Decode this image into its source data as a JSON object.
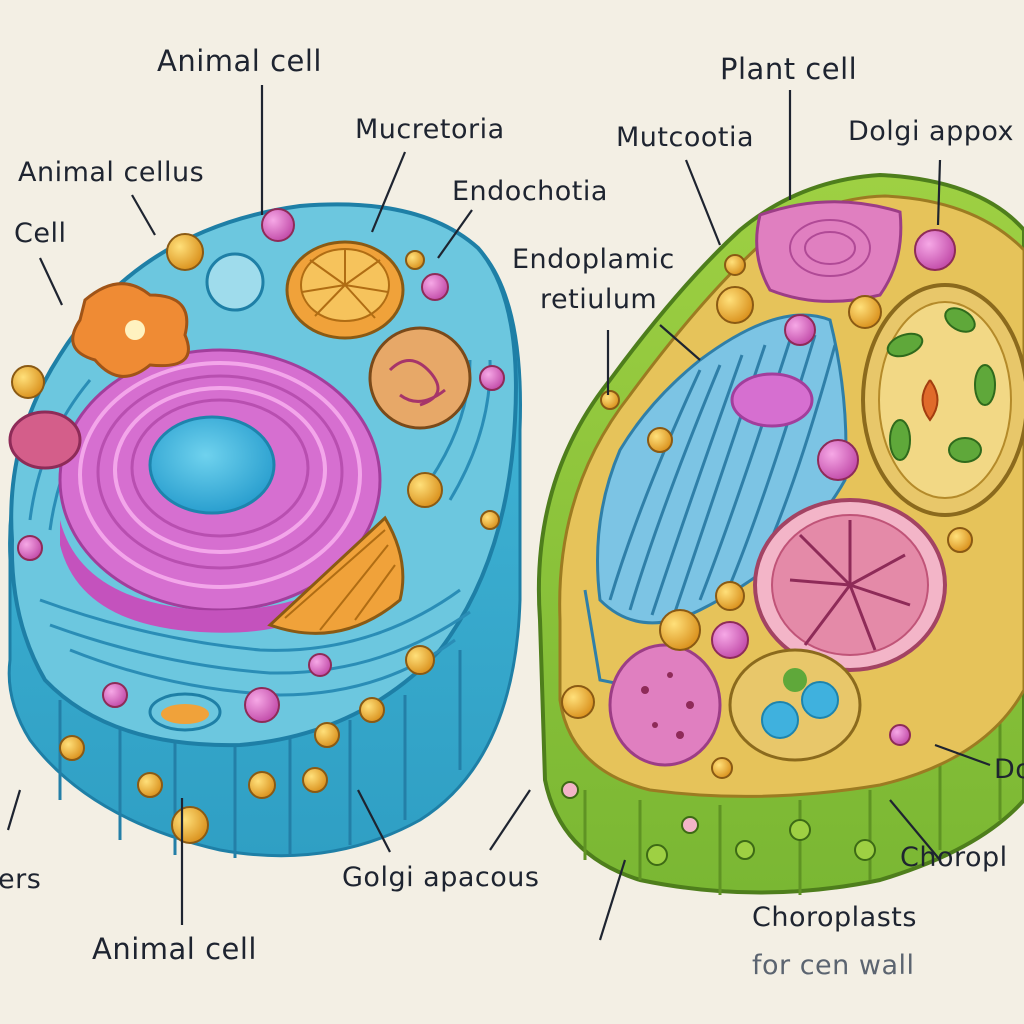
{
  "labels": {
    "animal_cell_top": "Animal cell",
    "mucretoria": "Mucretoria",
    "animal_cellus": "Animal cellus",
    "cell": "Cell",
    "endochotia": "Endochotia",
    "plant_cell": "Plant cell",
    "mutcootia": "Mutcootia",
    "dolgi_appox": "Dolgi appox",
    "endoplamic_reticulum_line1": "Endoplamic",
    "endoplamic_reticulum_line2": "retiulum",
    "ers_partial": "ers",
    "golgi_apparatus": "Golgi apacous",
    "animal_cell_bottom": "Animal cell",
    "chloroplast_partial": "Choropl",
    "do_partial": "Do",
    "chloroplasts": "Choroplasts",
    "cell_wall": "for cen wall"
  },
  "colors": {
    "background": "#f3efe4",
    "animal_membrane": "#3fb6d8",
    "animal_cytoplasm": "#6cc7df",
    "nucleus_envelope": "#d66fd0",
    "nucleus": "#3fb1de",
    "plant_wall": "#8fc93a",
    "plant_cytoplasm": "#e6c35a",
    "organelle_orange": "#f0a23a",
    "organelle_pink": "#e07fc0",
    "chloroplast": "#e8c76a",
    "label_ink": "#1e2430"
  }
}
